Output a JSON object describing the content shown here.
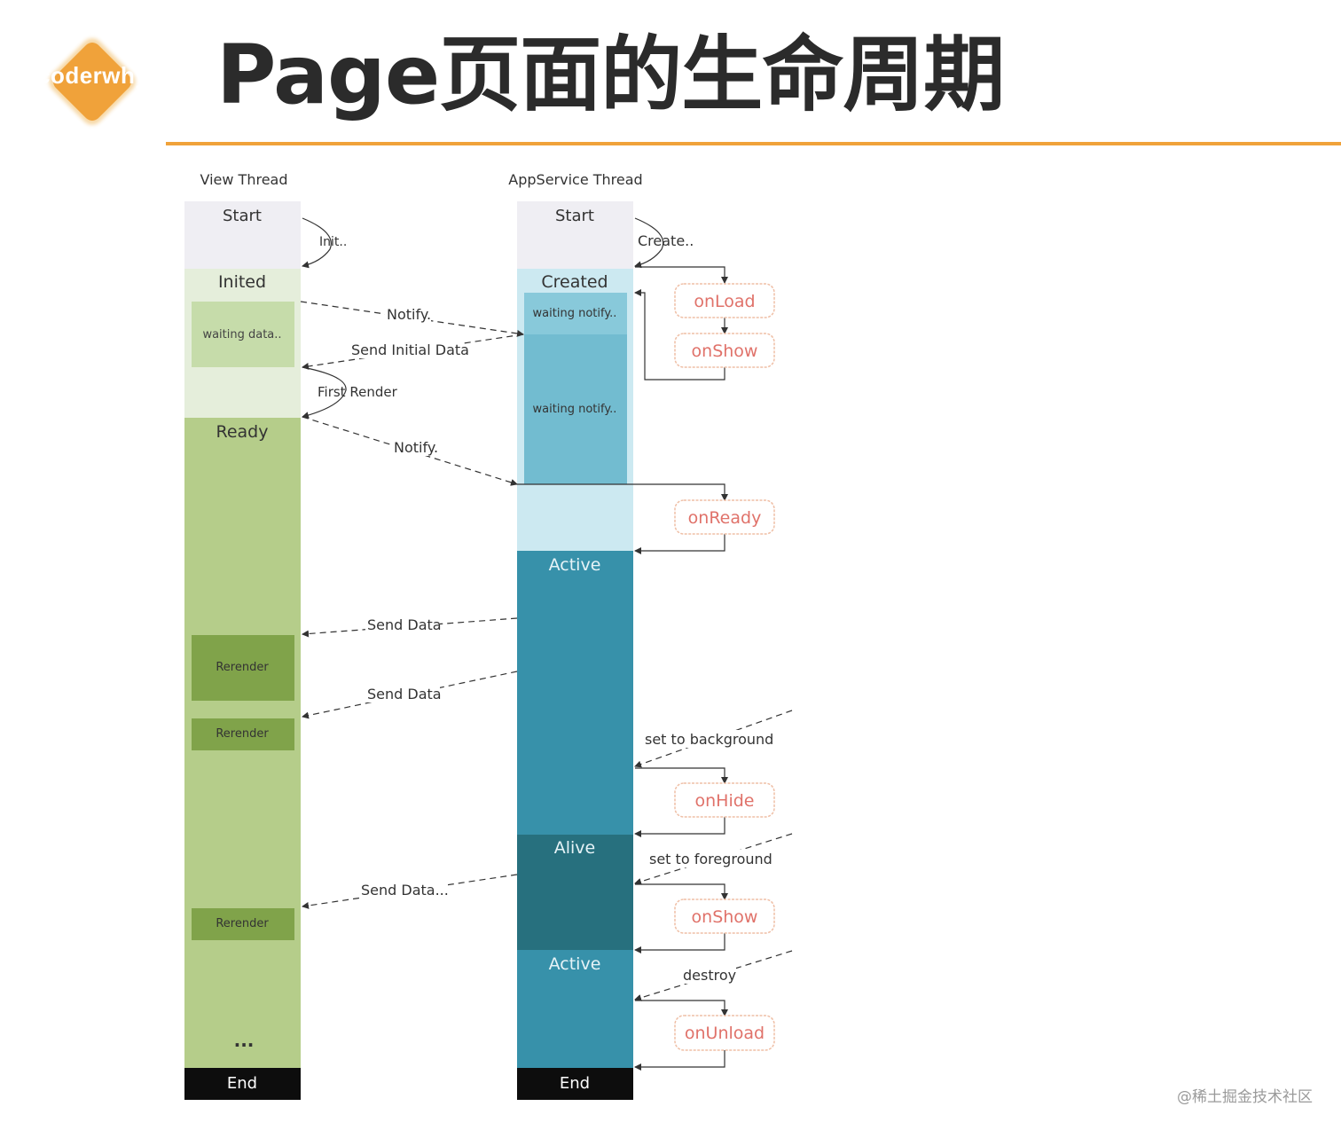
{
  "brand": {
    "logo_text": "coderwhy",
    "logo_color": "#f0a23a"
  },
  "title": "Page页面的生命周期",
  "watermark": "@稀土掘金技术社区",
  "diagram": {
    "view_thread": {
      "header": "View Thread",
      "states": {
        "start": "Start",
        "inited": "Inited",
        "waiting": "waiting data..",
        "ready": "Ready",
        "rerender1": "Rerender",
        "rerender2": "Rerender",
        "rerender3": "Rerender",
        "dots": "...",
        "end": "End"
      }
    },
    "app_thread": {
      "header": "AppService Thread",
      "states": {
        "start": "Start",
        "created": "Created",
        "waiting1": "waiting notify..",
        "waiting2": "waiting notify..",
        "active1": "Active",
        "alive": "Alive",
        "active2": "Active",
        "end": "End"
      }
    },
    "messages": {
      "init": "Init..",
      "create": "Create..",
      "notify1": "Notify.",
      "send_initial": "Send Initial Data",
      "first_render": "First Render",
      "notify2": "Notify.",
      "send_data1": "Send Data",
      "send_data2": "Send Data",
      "send_data3": "Send Data...",
      "set_background": "set to background",
      "set_foreground": "set to foreground",
      "destroy": "destroy"
    },
    "hooks": {
      "onload": "onLoad",
      "onshow1": "onShow",
      "onready": "onReady",
      "onhide": "onHide",
      "onshow2": "onShow",
      "onunload": "onUnload"
    },
    "colors": {
      "view_start": "#efeef3",
      "view_inited": "#e5eedb",
      "view_waiting": "#c6dcaa",
      "view_ready": "#b5cd8a",
      "view_rerender": "#80a34a",
      "end": "#0d0d0d",
      "app_created": "#cce9f1",
      "app_waiting": "#72bcd0",
      "app_active": "#3791aa",
      "app_alive": "#27707e",
      "hook_text": "#e0726a",
      "hook_border": "#efbfa6"
    }
  }
}
